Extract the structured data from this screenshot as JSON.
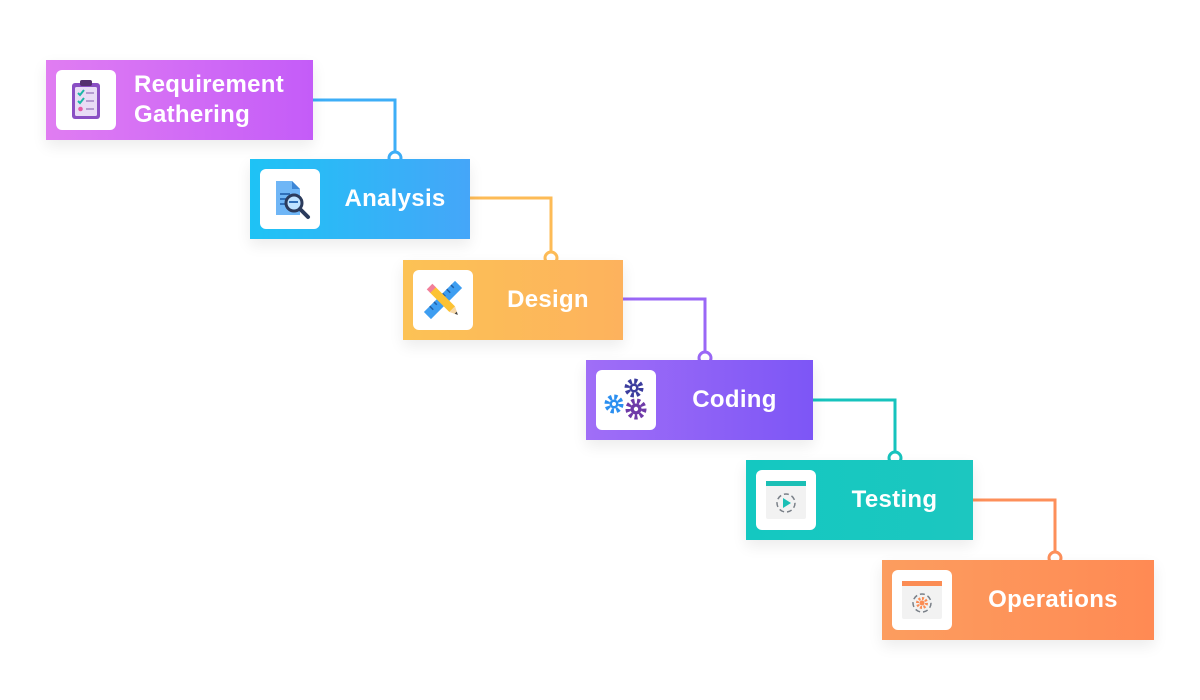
{
  "steps": [
    {
      "label": "Requirement Gathering",
      "line1": "Requirement",
      "line2": "Gathering",
      "icon": "clipboard-checklist-icon",
      "color_from": "#e07df2",
      "color_to": "#c45cf8"
    },
    {
      "label": "Analysis",
      "icon": "document-search-icon",
      "color_from": "#1ec3f5",
      "color_to": "#45a6f9"
    },
    {
      "label": "Design",
      "icon": "ruler-pencil-icon",
      "color_from": "#fcc255",
      "color_to": "#fdb25d"
    },
    {
      "label": "Coding",
      "icon": "gears-icon",
      "color_from": "#a06ef7",
      "color_to": "#7d56f6"
    },
    {
      "label": "Testing",
      "icon": "play-window-icon",
      "color_from": "#14c8c1",
      "color_to": "#1cc7c0"
    },
    {
      "label": "Operations",
      "icon": "settings-window-icon",
      "color_from": "#fc9d5f",
      "color_to": "#ff8a54"
    }
  ],
  "connector_colors": [
    "#3daef7",
    "#fdbb56",
    "#9a67f6",
    "#16c3bd",
    "#fd8f5a"
  ]
}
